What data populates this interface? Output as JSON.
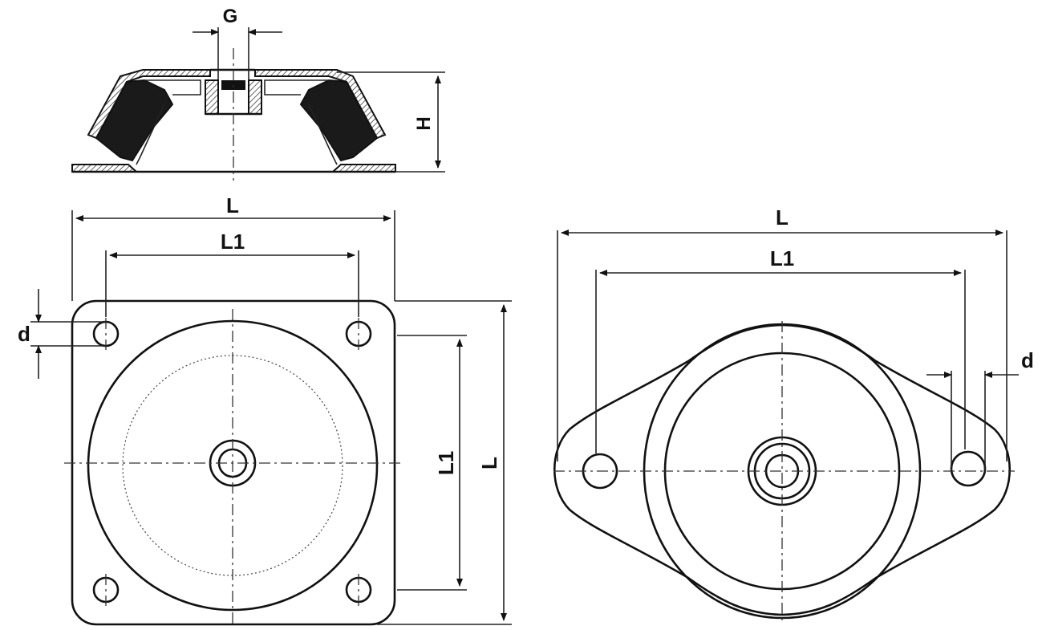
{
  "labels": {
    "side_thread": "G",
    "side_height": "H",
    "square_length": "L",
    "square_hole_spacing": "L1",
    "square_hole_dia": "d",
    "square_side_spacing": "L1",
    "square_side_length": "L",
    "oval_length": "L",
    "oval_hole_spacing": "L1",
    "oval_hole_dia": "d"
  },
  "colors": {
    "line": "#111111",
    "rubber": "#1a1a1a",
    "background": "#ffffff"
  }
}
